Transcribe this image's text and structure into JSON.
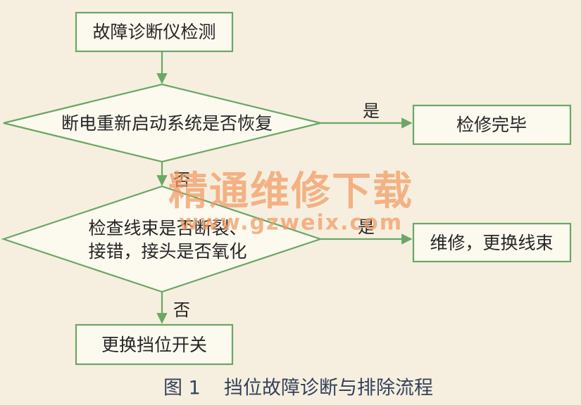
{
  "nodes": {
    "start": {
      "label": "故障诊断仪检测"
    },
    "decision_restart": {
      "label": "断电重新启动系统是否恢复"
    },
    "done": {
      "label": "检修完毕"
    },
    "decision_harness": {
      "lines": [
        "检查线束是否断裂、",
        "接错，接头是否氧化"
      ]
    },
    "repair": {
      "label": "维修，更换线束"
    },
    "replace": {
      "label": "更换挡位开关"
    }
  },
  "edges": {
    "restart_yes": "是",
    "restart_no": "否",
    "harness_yes": "是",
    "harness_no": "否"
  },
  "caption": {
    "figure": "图 1",
    "title": "挡位故障诊断与排除流程"
  },
  "watermark": {
    "text": "精通维修下载",
    "url": "www.gzweix.com"
  },
  "colors": {
    "background": "#f6efdf",
    "node_fill": "#fcf9ef",
    "line": "#6aa765",
    "text": "#262626",
    "caption": "#33415a",
    "watermark": "#f29a62"
  }
}
